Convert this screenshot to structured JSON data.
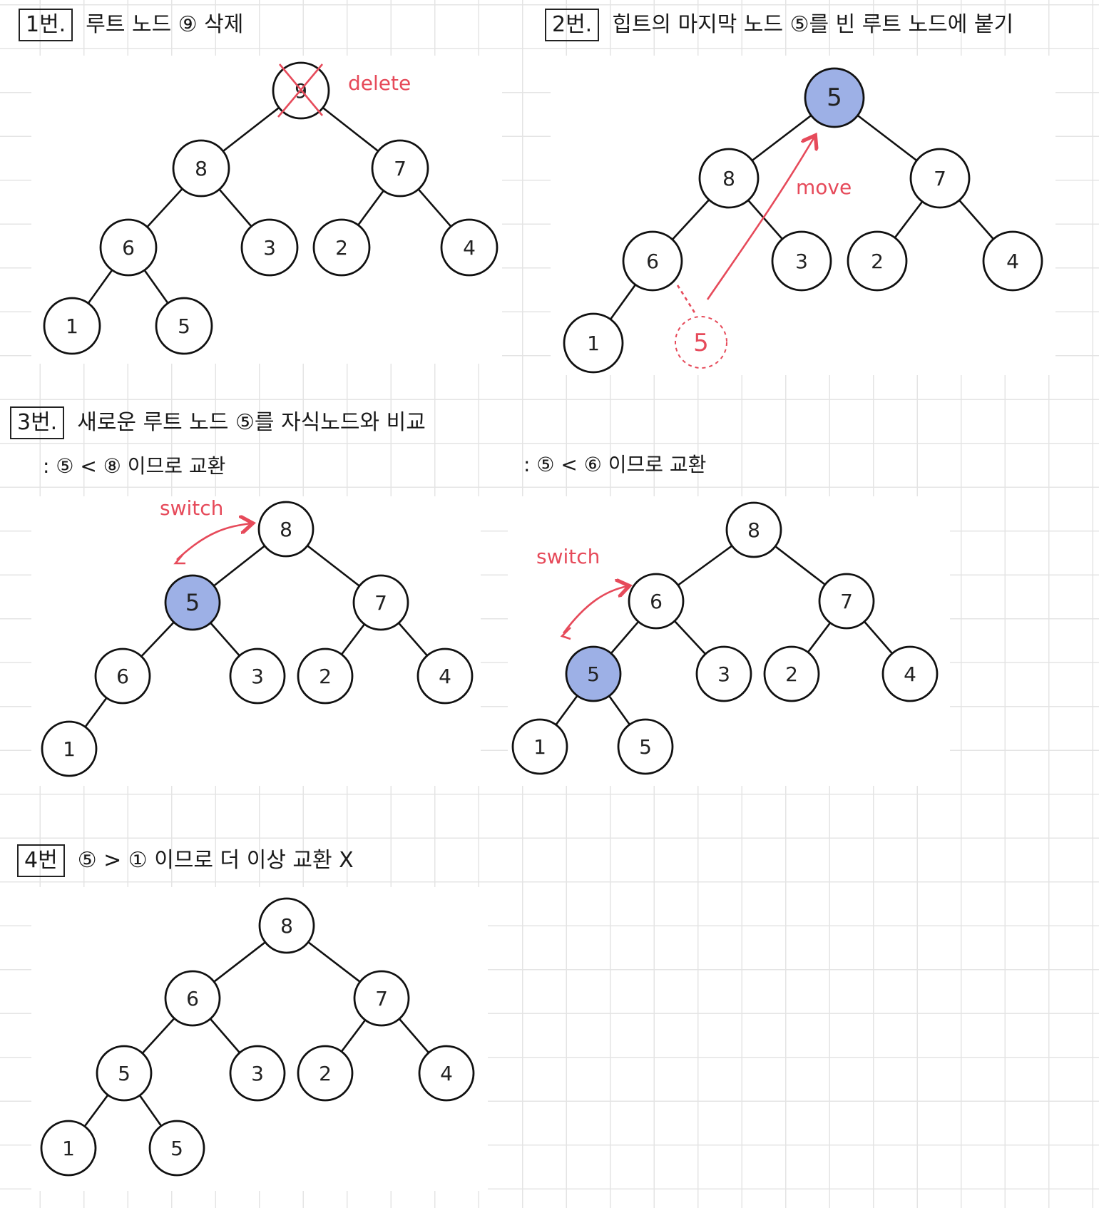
{
  "steps": [
    {
      "id": "step1",
      "tag": "1번.",
      "title": "루트 노드 ⑨ 삭제",
      "annotation": "delete"
    },
    {
      "id": "step2",
      "tag": "2번.",
      "title": "힙트의 마지막 노드 ⑤를 빈 루트 노드에 붙기",
      "annotation": "move"
    },
    {
      "id": "step3",
      "tag": "3번.",
      "title": "새로운 루트 노드 ⑤를 자식노드와 비교",
      "subtitle": ": ⑤ < ⑧ 이므로 교환",
      "annotation": "switch"
    },
    {
      "id": "step3b",
      "subtitle": ": ⑤ < ⑥ 이므로 교환",
      "annotation": "switch"
    },
    {
      "id": "step4",
      "tag": "4번",
      "title": "⑤ > ① 이므로 더 이상 교환 X"
    }
  ],
  "trees": {
    "t1": {
      "root": "9",
      "l": "8",
      "r": "7",
      "ll": "6",
      "lr": "3",
      "rl": "2",
      "rr": "4",
      "lll": "1",
      "llr": "5"
    },
    "t2": {
      "root": "5",
      "l": "8",
      "r": "7",
      "ll": "6",
      "lr": "3",
      "rl": "2",
      "rr": "4",
      "lll": "1",
      "ghost": "5"
    },
    "t3": {
      "root": "8",
      "l": "5",
      "r": "7",
      "ll": "6",
      "lr": "3",
      "rl": "2",
      "rr": "4",
      "lll": "1"
    },
    "t4": {
      "root": "8",
      "l": "6",
      "r": "7",
      "ll": "5",
      "lr": "3",
      "rl": "2",
      "rr": "4",
      "lll": "1",
      "llr": "5"
    },
    "t5": {
      "root": "8",
      "l": "6",
      "r": "7",
      "ll": "5",
      "lr": "3",
      "rl": "2",
      "rr": "4",
      "lll": "1",
      "llr": "5"
    }
  },
  "colors": {
    "highlight": "#9db0e6",
    "annotation": "#e64a5a",
    "line": "#111111"
  }
}
